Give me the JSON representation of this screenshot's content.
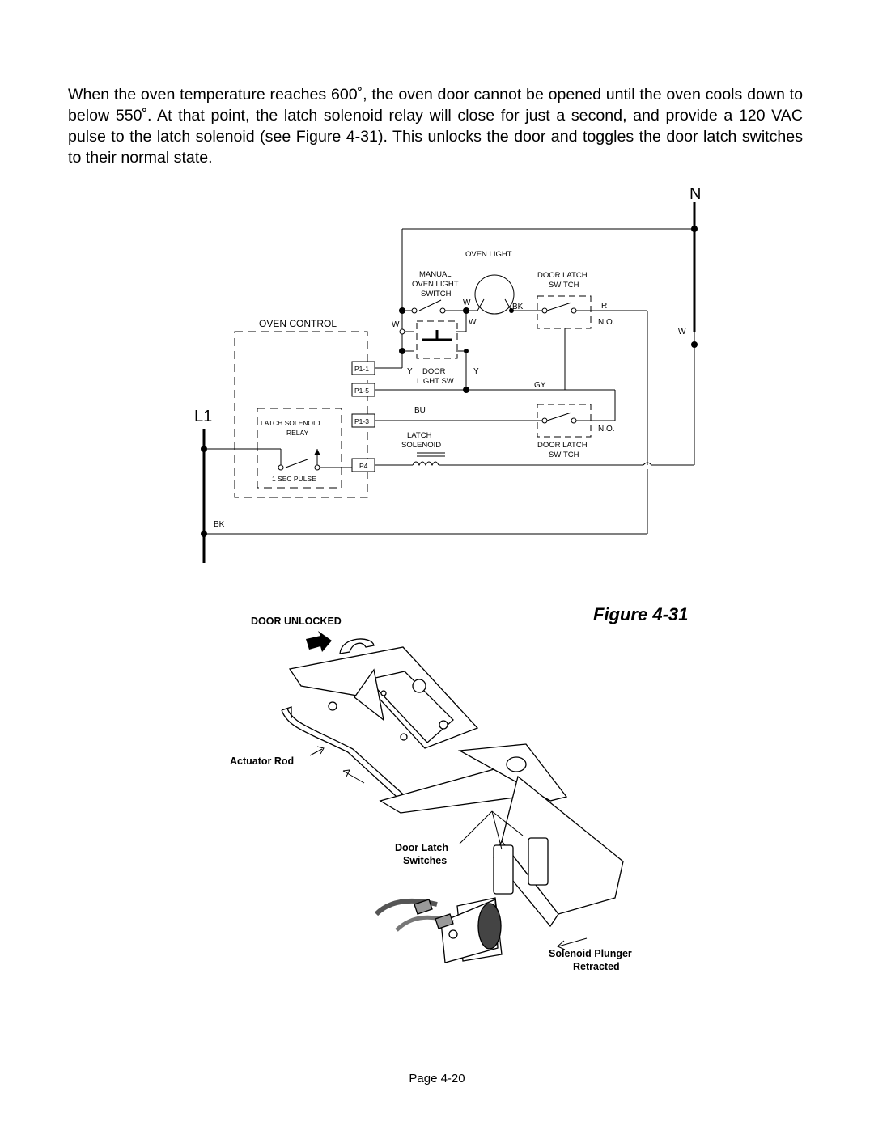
{
  "paragraph": "When the oven temperature reaches 600˚, the oven door cannot be opened until the oven cools down to below 550˚. At that point, the latch solenoid relay will close for just a second, and provide a 120 VAC pulse to the latch solenoid (see Figure 4-31). This unlocks the door and toggles the door latch switches to their normal state.",
  "schematic": {
    "n_label": "N",
    "l1_label": "L1",
    "oven_light": "OVEN LIGHT",
    "manual_switch": [
      "MANUAL",
      "OVEN LIGHT",
      "SWITCH"
    ],
    "door_latch_switch_top": [
      "DOOR LATCH",
      "SWITCH"
    ],
    "oven_control": "OVEN CONTROL",
    "wire_w": "W",
    "wire_bk": "BK",
    "wire_r": "R",
    "wire_y": "Y",
    "wire_gy": "GY",
    "wire_bu": "BU",
    "no_label": "N.O.",
    "door_light_sw": [
      "DOOR",
      "LIGHT SW."
    ],
    "pins": [
      "P1-1",
      "P1-5",
      "P1-3",
      "P4"
    ],
    "relay": [
      "LATCH SOLENOID",
      "RELAY"
    ],
    "pulse": "1 SEC PULSE",
    "solenoid": [
      "LATCH",
      "SOLENOID"
    ],
    "door_latch_switch_bottom": [
      "DOOR LATCH",
      "SWITCH"
    ]
  },
  "figure": {
    "caption": "Figure 4-31",
    "door_unlocked": "DOOR UNLOCKED",
    "actuator_rod": "Actuator Rod",
    "door_latch_switches": [
      "Door Latch",
      "Switches"
    ],
    "solenoid_plunger": [
      "Solenoid Plunger",
      "Retracted"
    ]
  },
  "page_number": "Page 4-20"
}
